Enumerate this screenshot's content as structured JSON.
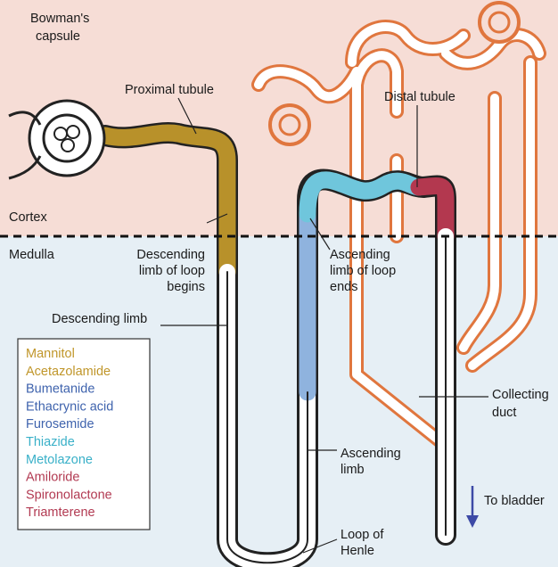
{
  "zones": {
    "cortex": "Cortex",
    "medulla": "Medulla"
  },
  "labels": {
    "bowmans_capsule": [
      "Bowman's",
      "capsule"
    ],
    "proximal_tubule": "Proximal tubule",
    "distal_tubule": "Distal tubule",
    "descending_limb_begins": [
      "Descending",
      "limb of loop",
      "begins"
    ],
    "ascending_limb_ends": [
      "Ascending",
      "limb of loop",
      "ends"
    ],
    "descending_limb": "Descending limb",
    "collecting_duct": [
      "Collecting",
      "duct"
    ],
    "ascending_limb": [
      "Ascending",
      "limb"
    ],
    "loop_of_henle": [
      "Loop of",
      "Henle"
    ],
    "to_bladder": "To bladder"
  },
  "legend": [
    {
      "name": "Mannitol",
      "color": "#c0962a"
    },
    {
      "name": "Acetazolamide",
      "color": "#c0962a"
    },
    {
      "name": "Bumetanide",
      "color": "#3f63ad"
    },
    {
      "name": "Ethacrynic acid",
      "color": "#3f63ad"
    },
    {
      "name": "Furosemide",
      "color": "#3f63ad"
    },
    {
      "name": "Thiazide",
      "color": "#39b0c8"
    },
    {
      "name": "Metolazone",
      "color": "#39b0c8"
    },
    {
      "name": "Amiloride",
      "color": "#b23a52"
    },
    {
      "name": "Spironolactone",
      "color": "#b23a52"
    },
    {
      "name": "Triamterene",
      "color": "#b23a52"
    }
  ],
  "colors": {
    "cortex_bg": "#f6ddd6",
    "medulla_bg": "#e6eff5",
    "proximal": "#b8912a",
    "loop_thick": "#8fb3de",
    "distal": "#6fc6dc",
    "collecting": "#b3384f",
    "background_nephron": "#e0763e",
    "arrow": "#3d4aa6"
  }
}
